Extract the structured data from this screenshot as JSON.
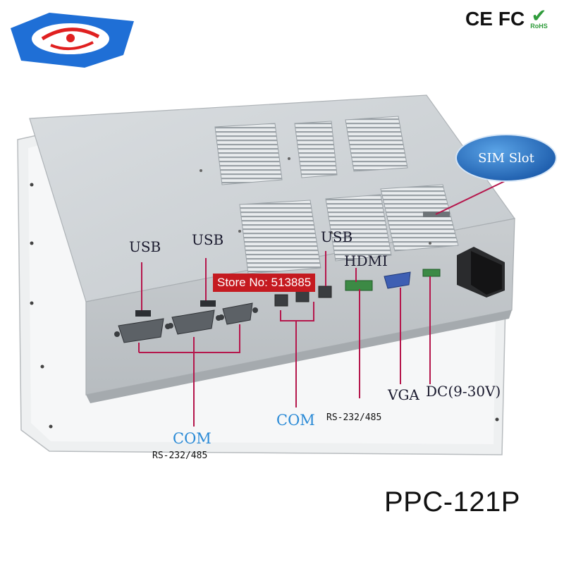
{
  "model": "PPC-121P",
  "watermark": "Store No: 513885",
  "bubble": {
    "text": "SIM Slot"
  },
  "certifications": {
    "ce": "CE",
    "fc": "FC",
    "rohs": "RoHS"
  },
  "labels": {
    "usb1": "USB",
    "usb2": "USB",
    "usb3": "USB",
    "hdmi": "HDMI",
    "com_left": "COM",
    "com_left_sub": "RS-232/485",
    "com_mid": "COM",
    "com_mid_sub": "RS-232/485",
    "vga": "VGA",
    "dc": "DC(9-30V)"
  },
  "colors": {
    "callout_line": "#b5174c",
    "logo_blue": "#1f6fd6",
    "logo_red": "#e02020",
    "com_text": "#2a8ad6",
    "bubble": "#2f73c4"
  }
}
